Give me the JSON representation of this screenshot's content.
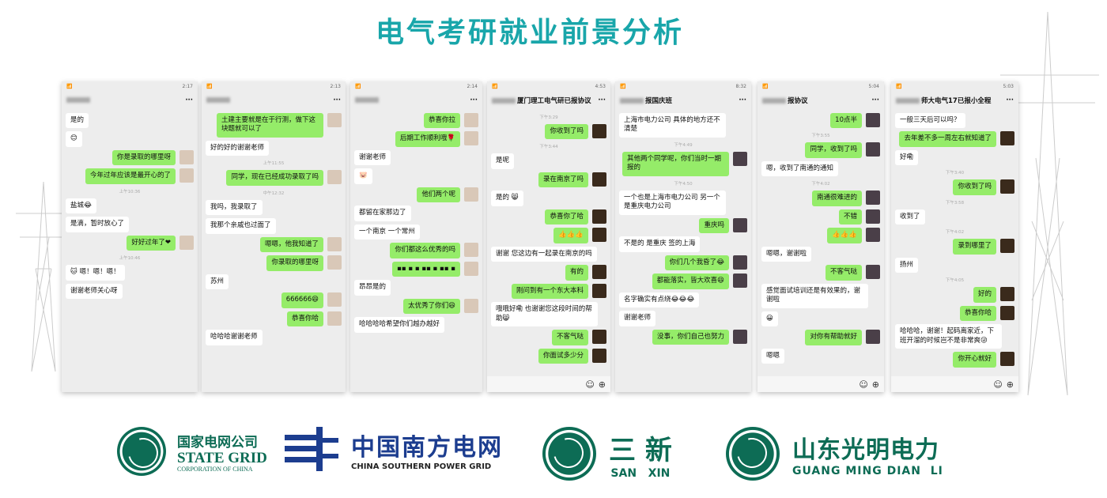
{
  "title": "电气考研就业前景分析",
  "colors": {
    "title": "#19a6aa",
    "bubble_sent": "#95ec69",
    "state_grid": "#0d6c55",
    "southern_grid": "#1c3d8f"
  },
  "panels": [
    {
      "time": "2:17",
      "title": "",
      "avatar": "#d9c8b8",
      "footer": false,
      "messages": [
        {
          "s": "l",
          "t": "是的"
        },
        {
          "s": "l",
          "t": "😊"
        },
        {
          "s": "r",
          "t": "你是录取的哪里呀"
        },
        {
          "s": "r",
          "t": "今年过年应该是最开心的了"
        },
        {
          "s": "t",
          "t": "上午10:36"
        },
        {
          "s": "l",
          "t": "盐城😂"
        },
        {
          "s": "l",
          "t": "是滴，暂时放心了"
        },
        {
          "s": "r",
          "t": "好好过年了❤"
        },
        {
          "s": "t",
          "t": "上午10:46"
        },
        {
          "s": "l",
          "t": "🐱 嗯！嗯！嗯！"
        },
        {
          "s": "l",
          "t": "谢谢老师关心呀"
        }
      ]
    },
    {
      "time": "2:13",
      "title": "",
      "avatar": "#d9c8b8",
      "footer": false,
      "messages": [
        {
          "s": "r",
          "t": "土建主要就是在于行测，做下这块题就可以了"
        },
        {
          "s": "l",
          "t": "好的好的谢谢老师"
        },
        {
          "s": "t",
          "t": "上午11:55"
        },
        {
          "s": "r",
          "t": "同学，现在已经成功录取了吗"
        },
        {
          "s": "t",
          "t": "中午12:32"
        },
        {
          "s": "l",
          "t": "我吗，我录取了"
        },
        {
          "s": "l",
          "t": "我那个亲戚也过面了"
        },
        {
          "s": "r",
          "t": "嗯嗯，他我知道了"
        },
        {
          "s": "r",
          "t": "你录取的哪里呀"
        },
        {
          "s": "l",
          "t": "苏州"
        },
        {
          "s": "r",
          "t": "666666😆"
        },
        {
          "s": "r",
          "t": "恭喜你哈"
        },
        {
          "s": "l",
          "t": "哈哈哈谢谢老师"
        }
      ]
    },
    {
      "time": "2:14",
      "title": "",
      "avatar": "#d9c8b8",
      "footer": false,
      "messages": [
        {
          "s": "r",
          "t": "恭喜你拉"
        },
        {
          "s": "r",
          "t": "后期工作顺利哦🌹"
        },
        {
          "s": "l",
          "t": "谢谢老师"
        },
        {
          "s": "l",
          "t": "🐷"
        },
        {
          "s": "r",
          "t": "他们两个呢"
        },
        {
          "s": "l",
          "t": "都留在家那边了"
        },
        {
          "s": "l",
          "t": "一个南京 一个常州"
        },
        {
          "s": "r",
          "t": "你们都这么优秀的吗"
        },
        {
          "s": "r",
          "t": "▪▪ ▪  ▪ ▪▪ ▪ ▪▪ ▪"
        },
        {
          "s": "l",
          "t": "昂昂是的"
        },
        {
          "s": "r",
          "t": "太优秀了你们😆"
        },
        {
          "s": "l",
          "t": "哈哈哈哈希望你们越办越好"
        }
      ]
    },
    {
      "time": "4:53",
      "title": "厦门理工电气研已报协议",
      "avatar": "#3a2a1c",
      "footer": true,
      "messages": [
        {
          "s": "t",
          "t": "下午3:29"
        },
        {
          "s": "r",
          "t": "你收到了吗"
        },
        {
          "s": "t",
          "t": "下午3:44"
        },
        {
          "s": "l",
          "t": "是呢"
        },
        {
          "s": "r",
          "t": "录在南京了吗"
        },
        {
          "s": "l",
          "t": "是的 😸"
        },
        {
          "s": "r",
          "t": "恭喜你了哈"
        },
        {
          "s": "r",
          "t": "👍👍👍"
        },
        {
          "s": "l",
          "t": "谢谢 您这边有一起录在南京的吗"
        },
        {
          "s": "r",
          "t": "有的"
        },
        {
          "s": "r",
          "t": "刚问到有一个东大本科"
        },
        {
          "s": "l",
          "t": "哦哦好嘞 也谢谢您这段时间的帮助😸"
        },
        {
          "s": "r",
          "t": "不客气哒"
        },
        {
          "s": "r",
          "t": "你面试多少分"
        }
      ]
    },
    {
      "time": "8:32",
      "title": "报国庆班",
      "avatar": "#4a3f48",
      "footer": false,
      "messages": [
        {
          "s": "l",
          "t": "上海市电力公司 具体的地方还不清楚"
        },
        {
          "s": "t",
          "t": "下午4:49"
        },
        {
          "s": "r",
          "t": "其他两个同学呢，你们当时一期报的"
        },
        {
          "s": "t",
          "t": "下午4:50"
        },
        {
          "s": "l",
          "t": "一个也是上海市电力公司 另一个是重庆电力公司"
        },
        {
          "s": "r",
          "t": "重庆吗"
        },
        {
          "s": "l",
          "t": "不是的 是重庆 签的上海"
        },
        {
          "s": "r",
          "t": "你们几个我昏了😂"
        },
        {
          "s": "r",
          "t": "都能落实，皆大欢喜😆"
        },
        {
          "s": "l",
          "t": "名字确实有点绕😂😂😂"
        },
        {
          "s": "l",
          "t": "谢谢老师"
        },
        {
          "s": "r",
          "t": "没事，你们自己也努力"
        }
      ]
    },
    {
      "time": "5:04",
      "title": "报协议",
      "avatar": "#4a3f48",
      "footer": true,
      "messages": [
        {
          "s": "r",
          "t": "10点半"
        },
        {
          "s": "t",
          "t": "下午3:55"
        },
        {
          "s": "r",
          "t": "同学，收到了吗"
        },
        {
          "s": "l",
          "t": "嗯，收到了南通的通知"
        },
        {
          "s": "t",
          "t": "下午4:02"
        },
        {
          "s": "r",
          "t": "南通很难进的"
        },
        {
          "s": "r",
          "t": "不错"
        },
        {
          "s": "r",
          "t": "👍👍👍"
        },
        {
          "s": "l",
          "t": "嗯嗯，谢谢啦"
        },
        {
          "s": "r",
          "t": "不客气哒"
        },
        {
          "s": "l",
          "t": "感觉面试培训还是有效果的，谢谢啦"
        },
        {
          "s": "l",
          "t": "😀"
        },
        {
          "s": "r",
          "t": "对你有帮助就好"
        },
        {
          "s": "l",
          "t": "嗯嗯"
        }
      ]
    },
    {
      "time": "5:03",
      "title": "师大电气17已报小全程",
      "avatar": "#3a2a1c",
      "footer": true,
      "messages": [
        {
          "s": "l",
          "t": "一般三天后可以吗？"
        },
        {
          "s": "r",
          "t": "去年差不多一周左右就知道了"
        },
        {
          "s": "l",
          "t": "好嘞"
        },
        {
          "s": "t",
          "t": "下午3:40"
        },
        {
          "s": "r",
          "t": "你收到了吗"
        },
        {
          "s": "t",
          "t": "下午3:58"
        },
        {
          "s": "l",
          "t": "收到了"
        },
        {
          "s": "t",
          "t": "下午4:02"
        },
        {
          "s": "r",
          "t": "录到哪里了"
        },
        {
          "s": "l",
          "t": "扬州"
        },
        {
          "s": "t",
          "t": "下午4:05"
        },
        {
          "s": "r",
          "t": "好的"
        },
        {
          "s": "r",
          "t": "恭喜你哈"
        },
        {
          "s": "l",
          "t": "哈哈哈，谢谢！起码离家近，下班开溜的时候岂不是非常爽😜"
        },
        {
          "s": "r",
          "t": "你开心就好"
        }
      ]
    }
  ],
  "logos": {
    "state_grid": {
      "cn": "国家电网公司",
      "en": "STATE GRID",
      "sub": "CORPORATION OF CHINA"
    },
    "southern": {
      "cn": "中国南方电网",
      "en": "CHINA SOUTHERN POWER GRID"
    },
    "sanxin": {
      "cn": "三 新",
      "en": "SAN   XIN"
    },
    "guangming": {
      "cn": "山东光明电力",
      "en": "GUANG MING DIAN  LI"
    }
  }
}
